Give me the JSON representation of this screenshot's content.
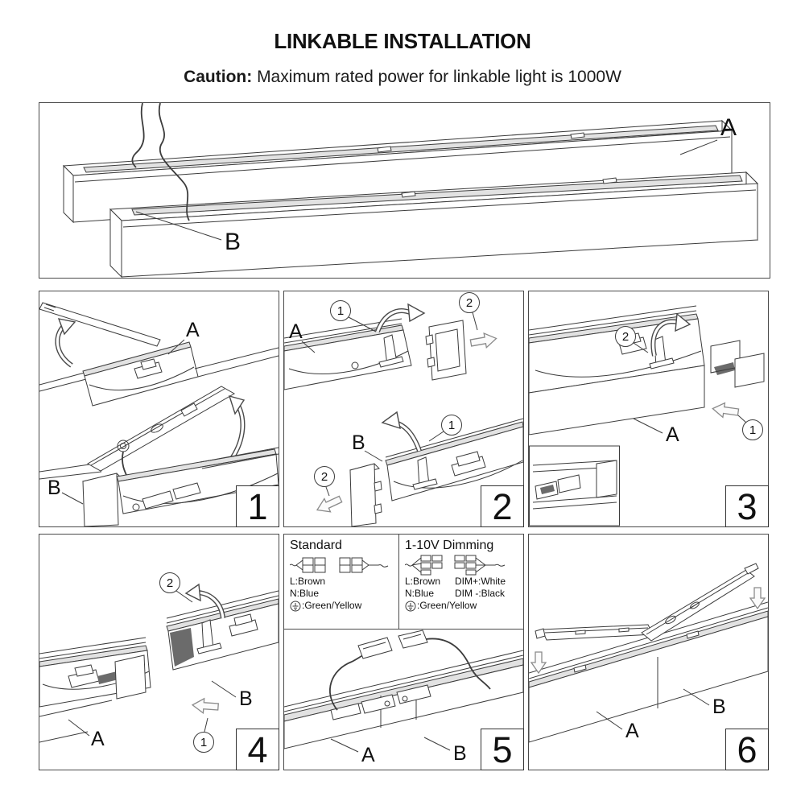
{
  "colors": {
    "line": "#3c3c3c",
    "text": "#111111",
    "band": "#e2e2e2",
    "panel_border": "#4a4a4a"
  },
  "header": {
    "title": "LINKABLE INSTALLATION",
    "caution_label": "Caution:",
    "caution_text": "Maximum rated power for linkable light is 1000W"
  },
  "overview": {
    "label_a": "A",
    "label_b": "B"
  },
  "step1": {
    "number": "1",
    "label_a": "A",
    "label_b": "B"
  },
  "step2": {
    "number": "2",
    "label_a": "A",
    "label_b": "B",
    "callout_1": "1",
    "callout_2": "2"
  },
  "step3": {
    "number": "3",
    "label_a": "A",
    "callout_1": "1",
    "callout_2": "2"
  },
  "step4": {
    "number": "4",
    "label_a": "A",
    "label_b": "B",
    "callout_1": "1",
    "callout_2": "2"
  },
  "step5": {
    "number": "5",
    "label_a": "A",
    "label_b": "B",
    "standard": {
      "title": "Standard",
      "line_l": "L:Brown",
      "line_n": "N:Blue",
      "line_ground": ":Green/Yellow"
    },
    "dimming": {
      "title": "1-10V Dimming",
      "line_l": "L:Brown",
      "line_dim_plus": "DIM+:White",
      "line_n": "N:Blue",
      "line_dim_minus": "DIM -:Black",
      "line_ground": ":Green/Yellow"
    }
  },
  "step6": {
    "number": "6",
    "label_a": "A",
    "label_b": "B"
  },
  "icons": {
    "ground": "earth-ground-symbol",
    "curved_arrow": "rotate-open-arrow",
    "block_arrow": "slide-direction-arrow",
    "down_arrow": "press-down-arrow"
  }
}
